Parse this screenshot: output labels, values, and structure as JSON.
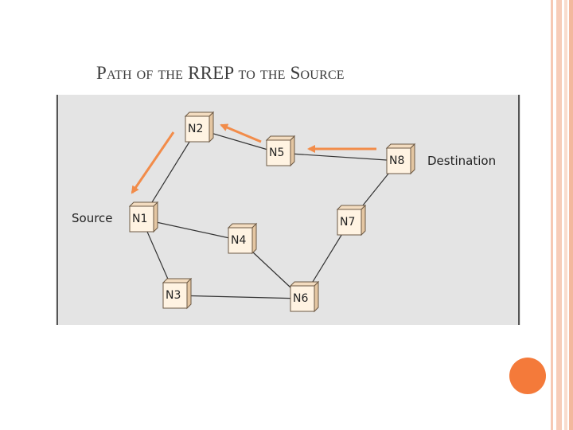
{
  "slide": {
    "title": "Path of the RREP to the Source"
  },
  "diagram": {
    "nodes": [
      {
        "id": "n1",
        "label": "N1"
      },
      {
        "id": "n2",
        "label": "N2"
      },
      {
        "id": "n3",
        "label": "N3"
      },
      {
        "id": "n4",
        "label": "N4"
      },
      {
        "id": "n5",
        "label": "N5"
      },
      {
        "id": "n6",
        "label": "N6"
      },
      {
        "id": "n7",
        "label": "N7"
      },
      {
        "id": "n8",
        "label": "N8"
      }
    ],
    "links": [
      [
        "n1",
        "n2"
      ],
      [
        "n2",
        "n5"
      ],
      [
        "n5",
        "n8"
      ],
      [
        "n8",
        "n7"
      ],
      [
        "n7",
        "n6"
      ],
      [
        "n1",
        "n4"
      ],
      [
        "n4",
        "n6"
      ],
      [
        "n1",
        "n3"
      ],
      [
        "n3",
        "n6"
      ]
    ],
    "source_label": "Source",
    "destination_label": "Destination",
    "rrep_arrows": [
      {
        "from": "n8",
        "to": "n5"
      },
      {
        "from": "n5",
        "to": "n2"
      },
      {
        "from": "n2",
        "to": "n1"
      }
    ],
    "colors": {
      "background": "#e4e4e4",
      "node_fill": "#fff3e2",
      "arrow": "#f28c4a",
      "link": "#333333"
    }
  }
}
